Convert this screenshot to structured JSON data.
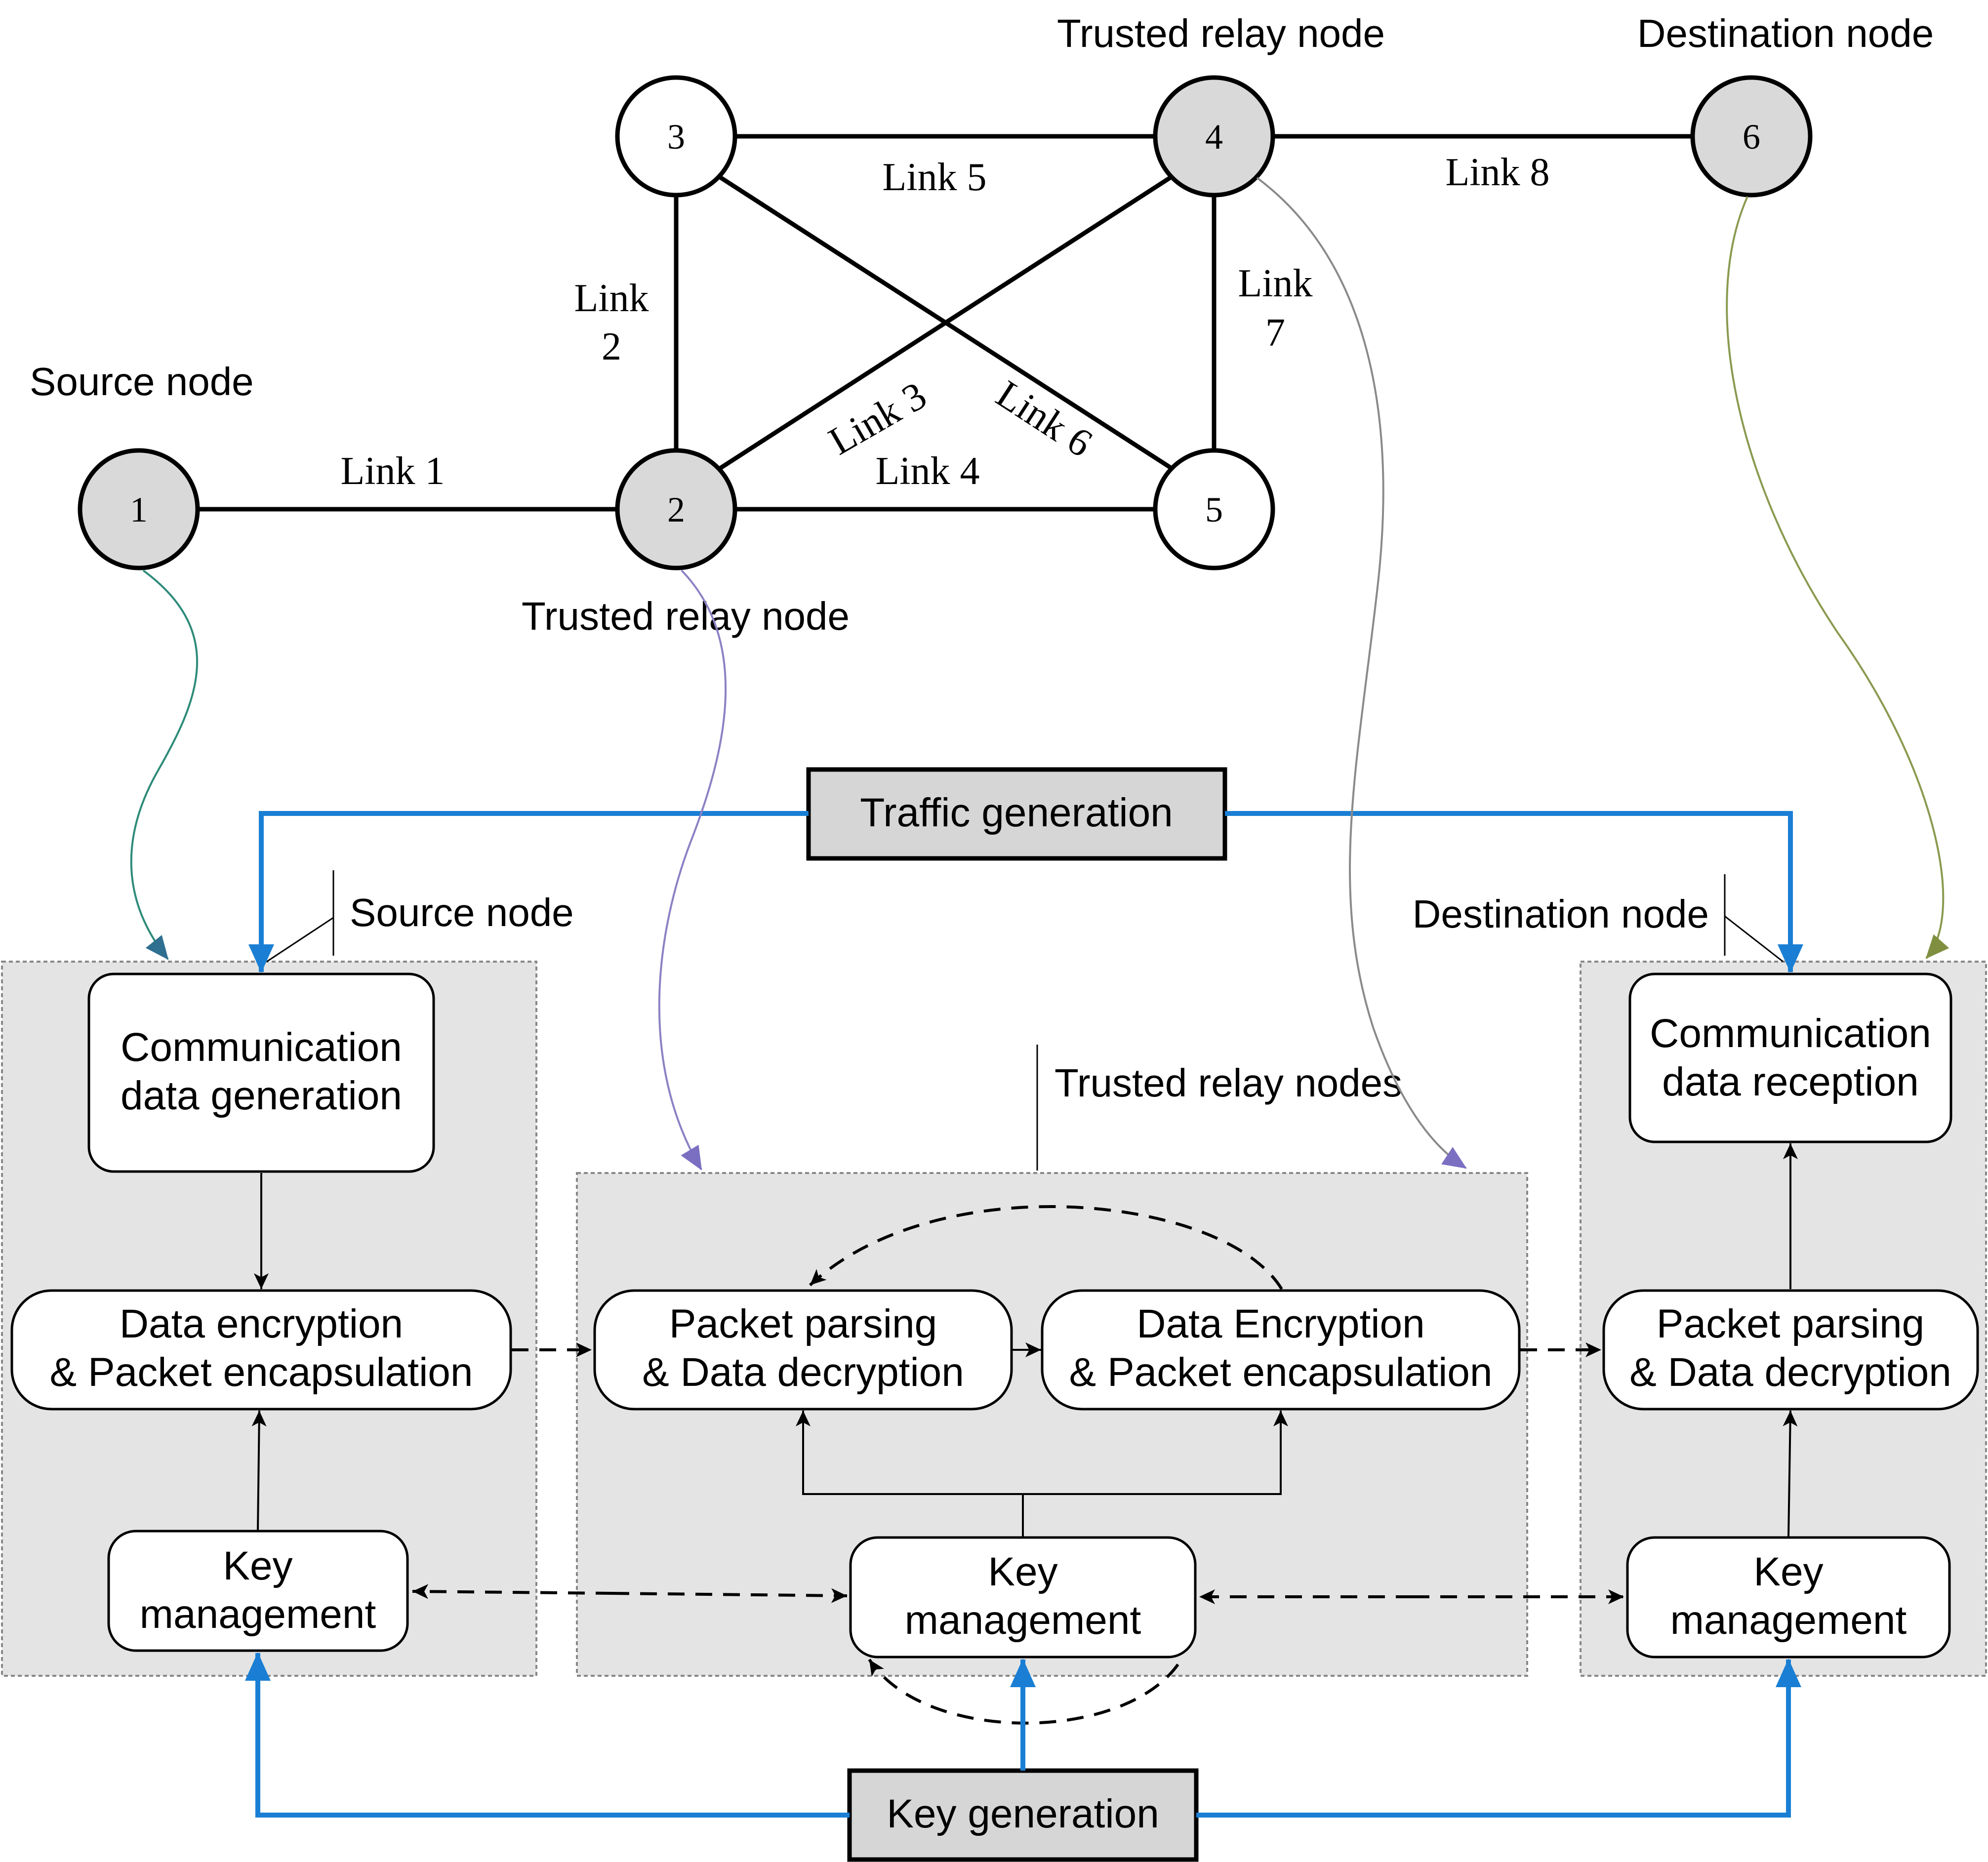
{
  "network": {
    "nodes": [
      {
        "id": "1",
        "label": "1",
        "shaded": true
      },
      {
        "id": "2",
        "label": "2",
        "shaded": true
      },
      {
        "id": "3",
        "label": "3",
        "shaded": false
      },
      {
        "id": "4",
        "label": "4",
        "shaded": true
      },
      {
        "id": "5",
        "label": "5",
        "shaded": false
      },
      {
        "id": "6",
        "label": "6",
        "shaded": true
      }
    ],
    "links": [
      {
        "name": "Link 1",
        "from": "1",
        "to": "2"
      },
      {
        "name": "Link 2",
        "from": "2",
        "to": "3"
      },
      {
        "name": "Link 3",
        "from": "2",
        "to": "4"
      },
      {
        "name": "Link 4",
        "from": "2",
        "to": "5"
      },
      {
        "name": "Link 5",
        "from": "3",
        "to": "4"
      },
      {
        "name": "Link 6",
        "from": "3",
        "to": "5"
      },
      {
        "name": "Link 7",
        "from": "4",
        "to": "5"
      },
      {
        "name": "Link 8",
        "from": "4",
        "to": "6"
      }
    ],
    "link_labels": {
      "link1": "Link 1",
      "link2_line1": "Link",
      "link2_line2": "2",
      "link3": "Link 3",
      "link4": "Link 4",
      "link5": "Link 5",
      "link6": "Link 6",
      "link7_line1": "Link",
      "link7_line2": "7",
      "link8": "Link 8"
    },
    "role_labels": {
      "source": "Source node",
      "relay_top": "Trusted relay node",
      "relay_bottom": "Trusted relay node",
      "destination": "Destination node"
    }
  },
  "architecture": {
    "traffic_generation": "Traffic generation",
    "key_generation": "Key generation",
    "source_panel": {
      "title": "Source node",
      "data_gen_line1": "Communication",
      "data_gen_line2": "data generation",
      "encrypt_line1": "Data encryption",
      "encrypt_line2": "& Packet encapsulation",
      "key_line1": "Key",
      "key_line2": "management"
    },
    "relay_panel": {
      "title": "Trusted relay nodes",
      "parse_line1": "Packet parsing",
      "parse_line2": "& Data decryption",
      "encrypt_line1": "Data Encryption",
      "encrypt_line2": "& Packet encapsulation",
      "key_line1": "Key",
      "key_line2": "management"
    },
    "destination_panel": {
      "title": "Destination node",
      "reception_line1": "Communication",
      "reception_line2": "data reception",
      "parse_line1": "Packet parsing",
      "parse_line2": "& Data decryption",
      "key_line1": "Key",
      "key_line2": "management"
    }
  },
  "colors": {
    "blue_arrow": "#1a7fd4",
    "panel_fill": "#e4e4e4",
    "node_fill": "#d9d9d9",
    "box_fill": "#d6d6d6",
    "mapping_source": "#2e8b7a",
    "mapping_relay": "#8a82c4",
    "mapping_dest": "#8a9a50",
    "mapping_line": "#7a7a7a"
  }
}
